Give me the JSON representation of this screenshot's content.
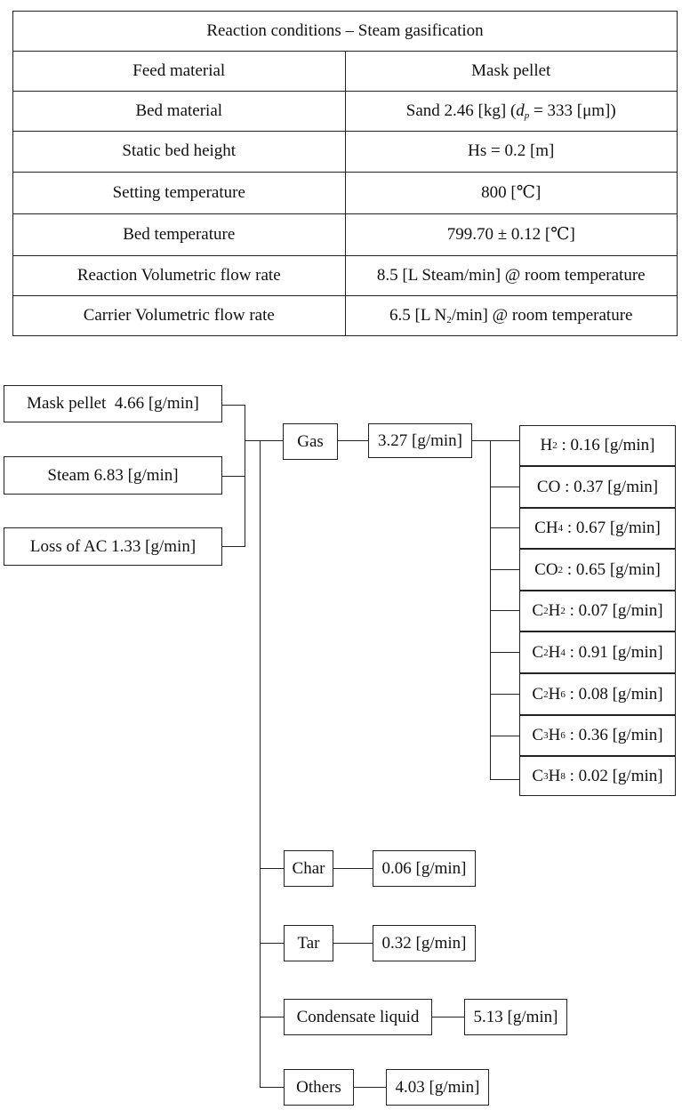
{
  "table": {
    "header": "Reaction conditions – Steam gasification",
    "rows": [
      {
        "label": "Feed material",
        "value": "Mask pellet"
      },
      {
        "label": "Bed material",
        "value_prefix": "Sand 2.46 [kg] (",
        "value_var": "d",
        "value_var_sub": "p",
        "value_suffix": " = 333 [μm])"
      },
      {
        "label": "Static bed height",
        "value": "Hs = 0.2 [m]"
      },
      {
        "label": "Setting temperature",
        "value": "800 [℃]"
      },
      {
        "label": "Bed temperature",
        "value": "799.70 ± 0.12 [℃]"
      },
      {
        "label": "Reaction Volumetric flow rate",
        "value": "8.5 [L Steam/min] @ room temperature"
      },
      {
        "label": "Carrier Volumetric flow rate",
        "value_prefix": "6.5 [L N",
        "value_sub": "2",
        "value_suffix": "/min] @ room temperature"
      }
    ]
  },
  "inputs": {
    "mask_pellet": "Mask pellet  4.66 [g/min]",
    "steam": "Steam 6.83 [g/min]",
    "loss": "Loss of AC 1.33 [g/min]"
  },
  "outputs": {
    "gas": {
      "label": "Gas",
      "value": "3.27 [g/min]"
    },
    "char": {
      "label": "Char",
      "value": "0.06 [g/min]"
    },
    "tar": {
      "label": "Tar",
      "value": "0.32 [g/min]"
    },
    "condensate": {
      "label": "Condensate liquid",
      "value": "5.13 [g/min]"
    },
    "others": {
      "label": "Others",
      "value": "4.03 [g/min]"
    }
  },
  "gas_components": [
    {
      "base": "H",
      "sub": "2",
      "rest": "",
      "value": " : 0.16 [g/min]"
    },
    {
      "base": "CO",
      "sub": "",
      "rest": "",
      "value": " : 0.37 [g/min]"
    },
    {
      "base": "CH",
      "sub": "4",
      "rest": "",
      "value": " : 0.67 [g/min]"
    },
    {
      "base": "CO",
      "sub": "2",
      "rest": "",
      "value": " : 0.65 [g/min]"
    },
    {
      "base": "C",
      "sub": "2",
      "rest": "H",
      "sub2": "2",
      "value": " : 0.07 [g/min]"
    },
    {
      "base": "C",
      "sub": "2",
      "rest": "H",
      "sub2": "4",
      "value": " : 0.91 [g/min]"
    },
    {
      "base": "C",
      "sub": "2",
      "rest": "H",
      "sub2": "6",
      "value": " : 0.08 [g/min]"
    },
    {
      "base": "C",
      "sub": "3",
      "rest": "H",
      "sub2": "6",
      "value": " : 0.36 [g/min]"
    },
    {
      "base": "C",
      "sub": "3",
      "rest": "H",
      "sub2": "8",
      "value": " : 0.02 [g/min]"
    }
  ]
}
